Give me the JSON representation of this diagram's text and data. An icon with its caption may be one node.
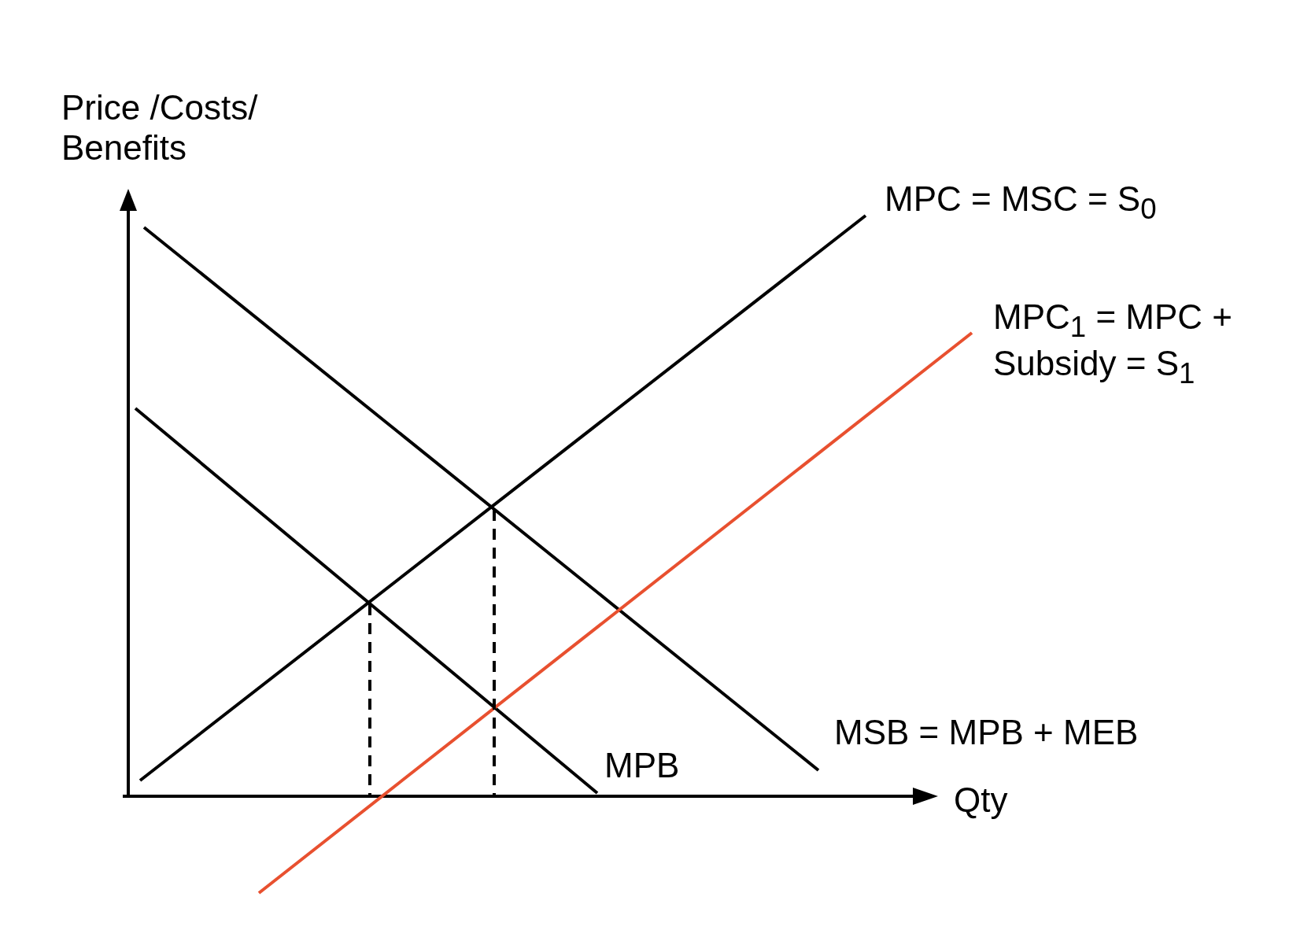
{
  "diagram": {
    "labels": [
      "Price /Costs/ Benefits",
      "MPC = MSC = S$_{0}$",
      "MPC$_{1}$ = MPC + Subsidy = S$_{1}$",
      "MSB = MPB + MEB",
      "MPB",
      "Qty"
    ]
  }
}
